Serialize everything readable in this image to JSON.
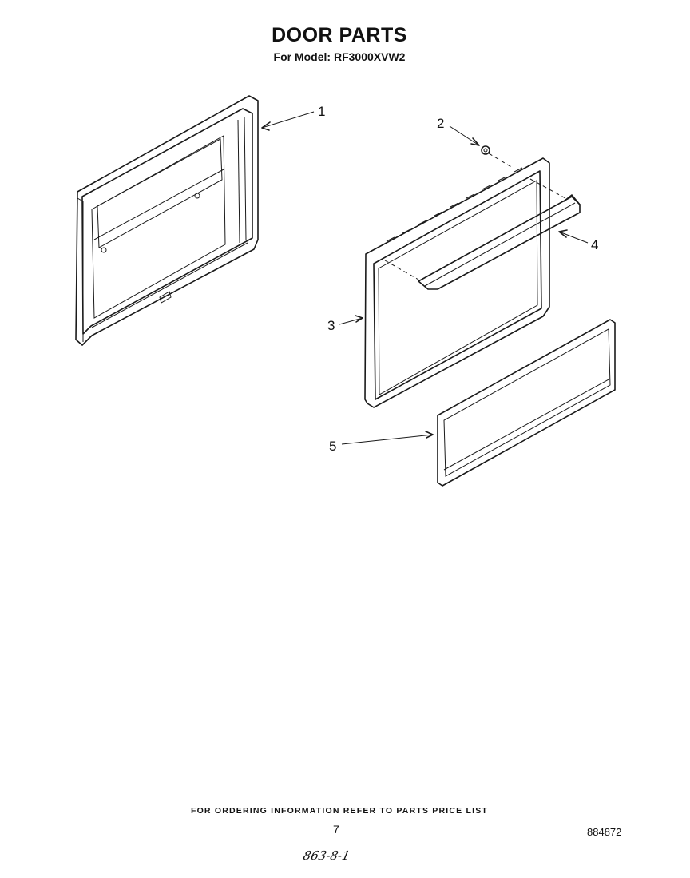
{
  "header": {
    "title": "DOOR PARTS",
    "subtitle": "For Model: RF3000XVW2"
  },
  "callouts": [
    "1",
    "2",
    "3",
    "4",
    "5"
  ],
  "footer": {
    "ordering_note": "FOR ORDERING INFORMATION REFER TO PARTS PRICE LIST",
    "page_number": "7",
    "document_number": "884872",
    "handwritten_note": "863-8-1"
  }
}
